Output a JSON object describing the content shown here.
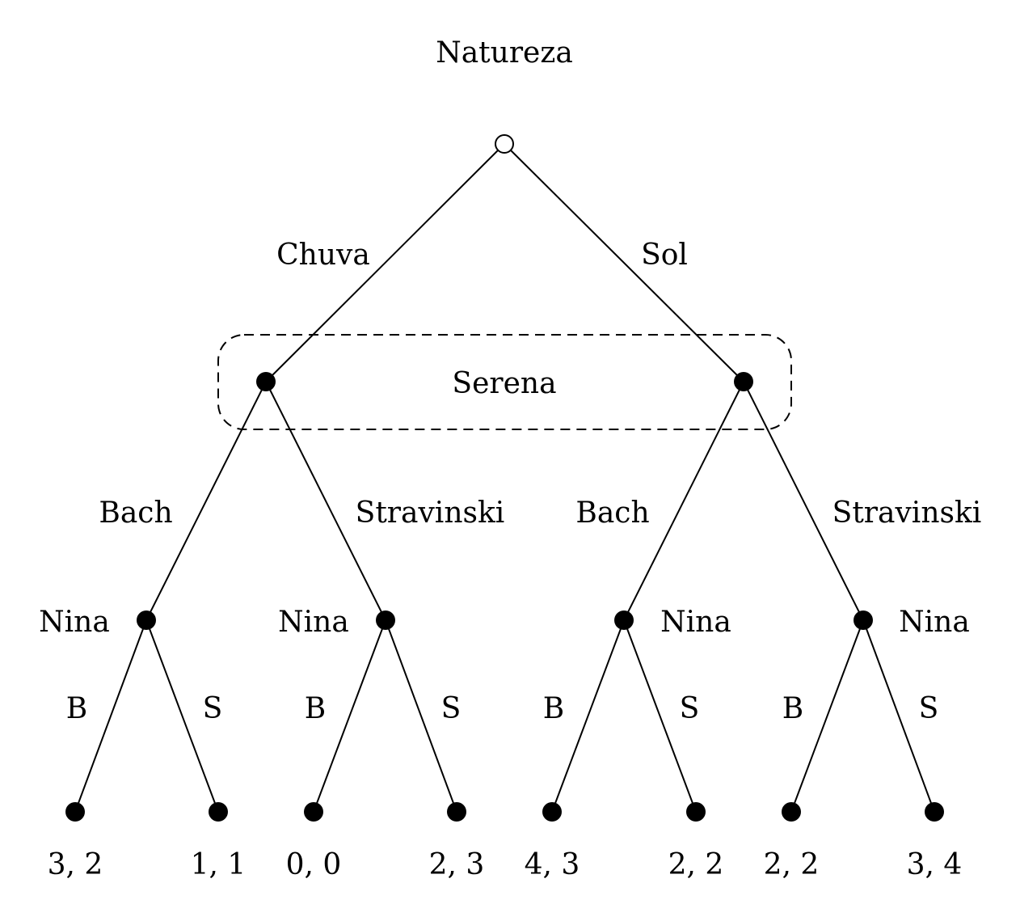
{
  "nature": {
    "label": "Natureza"
  },
  "level1": {
    "left": "Chuva",
    "right": "Sol"
  },
  "info_set": {
    "label": "Serena"
  },
  "level2": {
    "ll": "Bach",
    "lr": "Stravinski",
    "rl": "Bach",
    "rr": "Stravinski"
  },
  "level3": {
    "player": [
      "Nina",
      "Nina",
      "Nina",
      "Nina"
    ],
    "actions": [
      "B",
      "S",
      "B",
      "S",
      "B",
      "S",
      "B",
      "S"
    ]
  },
  "payoffs": [
    "3, 2",
    "1, 1",
    "0, 0",
    "2, 3",
    "4, 3",
    "2, 2",
    "2, 2",
    "3, 4"
  ]
}
